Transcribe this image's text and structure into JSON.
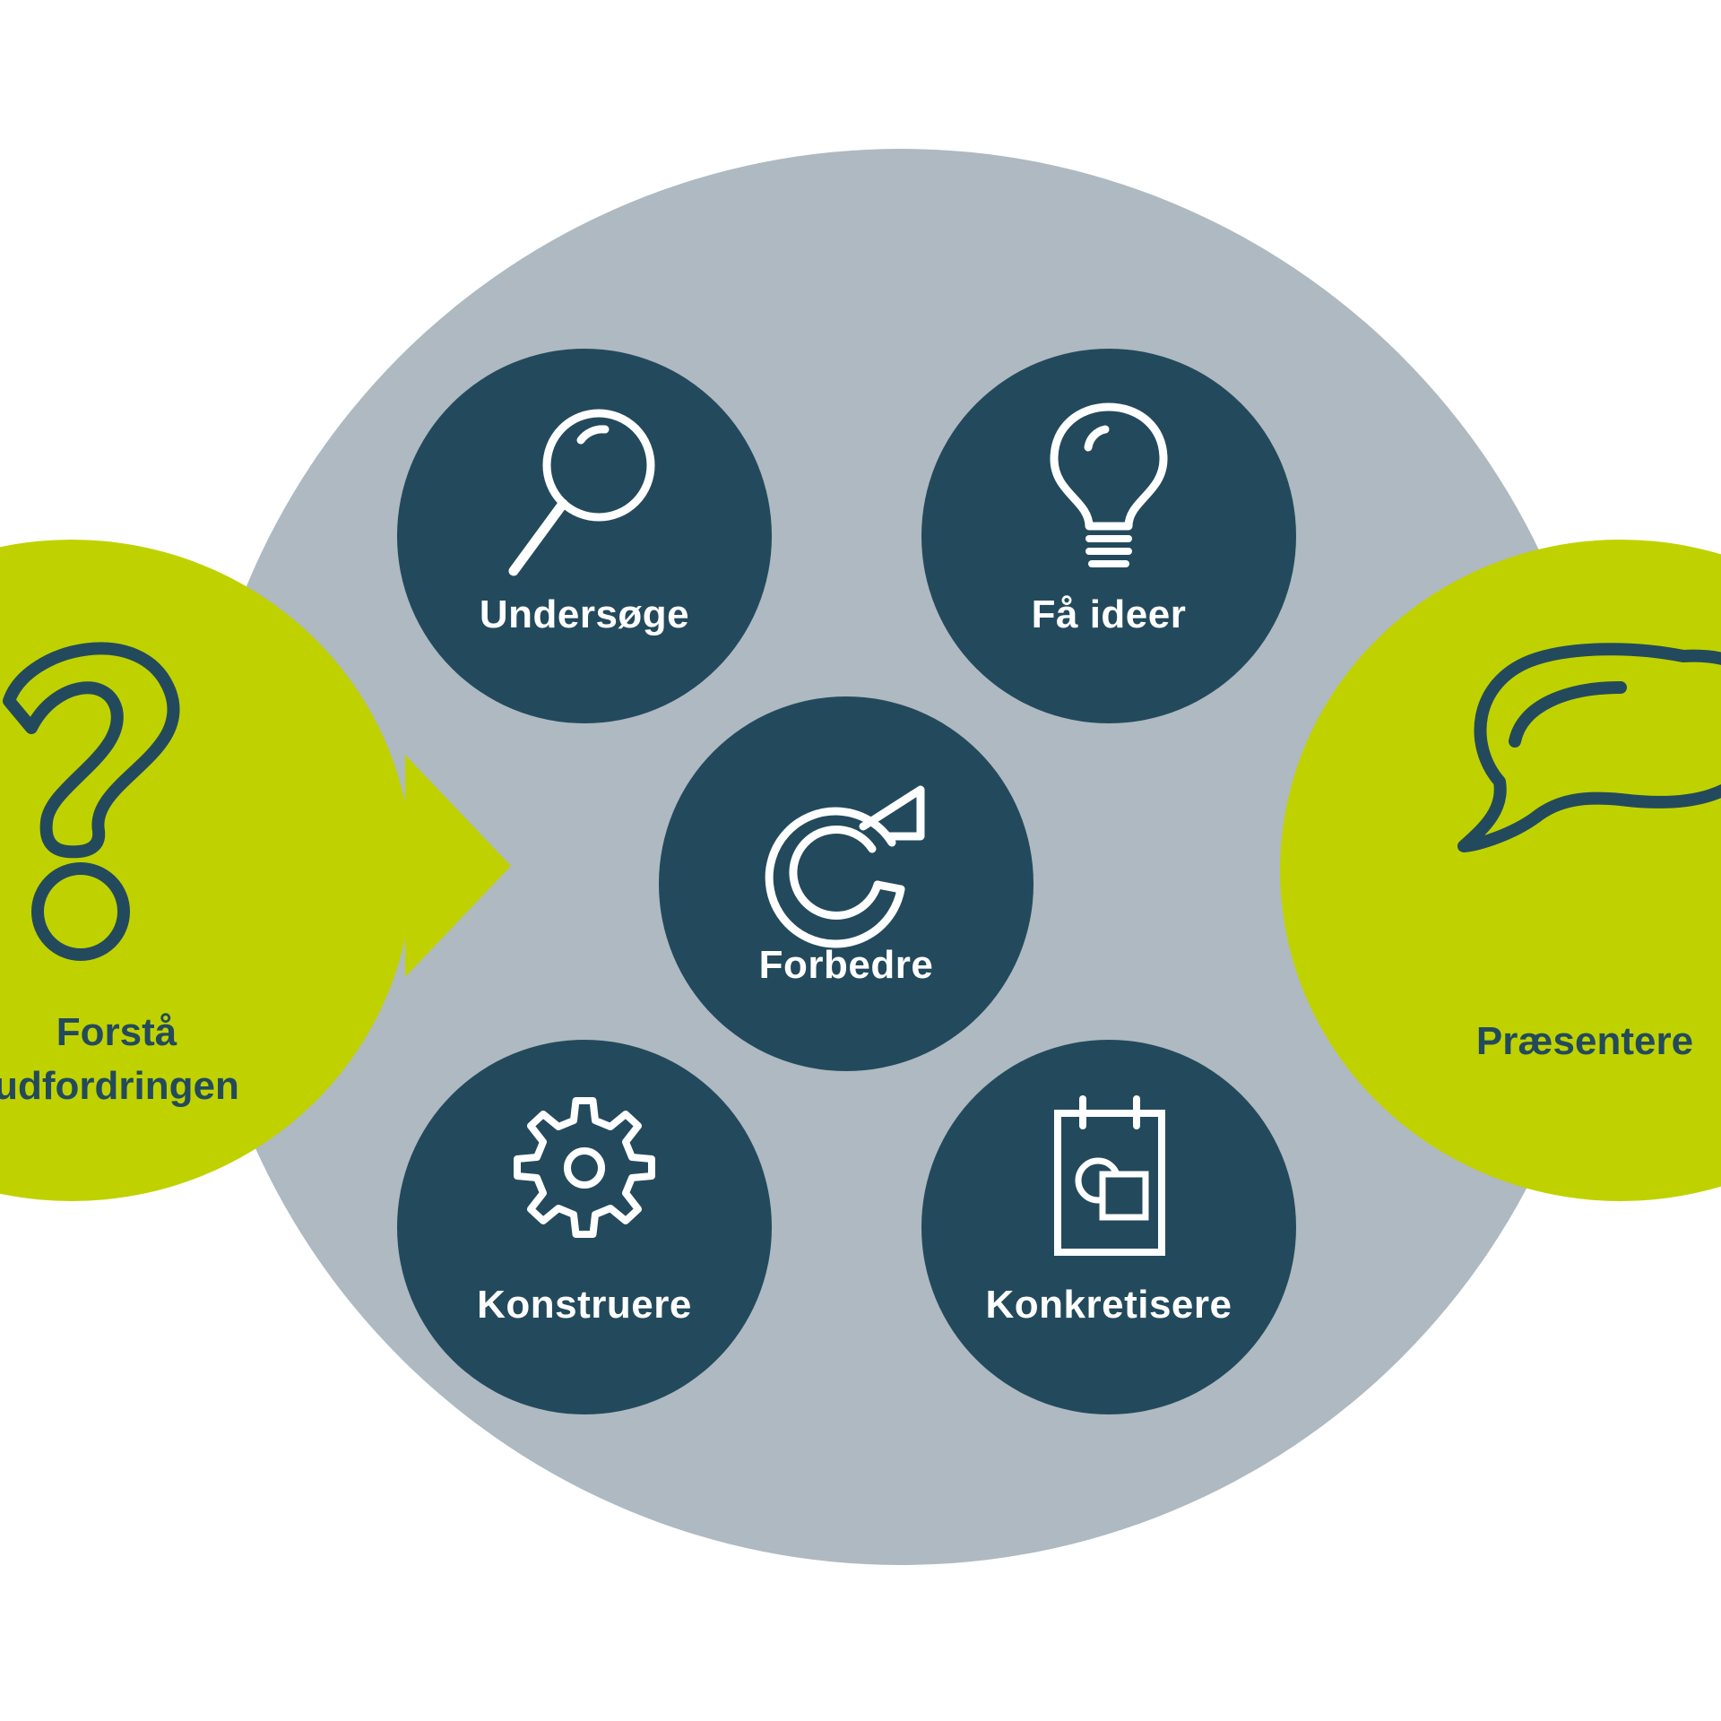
{
  "colors": {
    "background": "#ffffff",
    "cycle_circle": "#aeb9c1",
    "accent_green": "#bfd200",
    "node_dark": "#234a5c",
    "icon_stroke_white": "#ffffff"
  },
  "start": {
    "label_line1": "Forstå",
    "label_line2": "udfordringen",
    "icon": "question-mark-icon"
  },
  "end": {
    "label": "Præsentere",
    "icon": "speech-bubble-icon"
  },
  "flow_arrow": {
    "icon": "arrow-right-icon"
  },
  "cycle": {
    "nodes": [
      {
        "id": "undersoge",
        "label": "Undersøge",
        "icon": "magnifier-icon"
      },
      {
        "id": "fa-ideer",
        "label": "Få ideer",
        "icon": "lightbulb-icon"
      },
      {
        "id": "forbedre",
        "label": "Forbedre",
        "icon": "refresh-icon"
      },
      {
        "id": "konstruere",
        "label": "Konstruere",
        "icon": "gear-icon"
      },
      {
        "id": "konkretisere",
        "label": "Konkretisere",
        "icon": "notepad-icon"
      }
    ]
  }
}
